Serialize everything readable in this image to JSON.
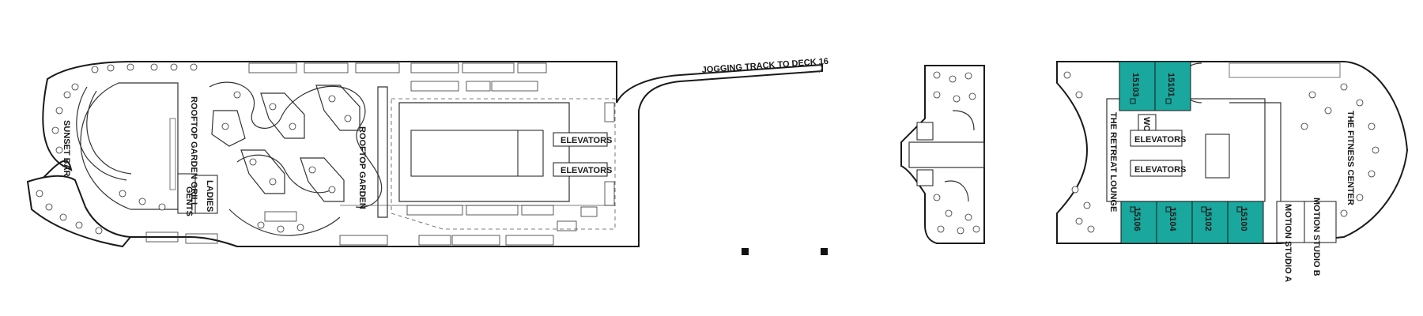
{
  "labels": {
    "jogging_track": "JOGGING TRACK TO DECK 16",
    "sunset_bar": "SUNSET BAR",
    "rooftop_garden_grill": "ROOFTOP GARDEN GRILL",
    "rooftop_garden": "ROOFTOP GARDEN",
    "ladies": "LADIES",
    "gents": "GENTS",
    "elevators_1": "ELEVATORS",
    "elevators_2": "ELEVATORS",
    "elevators_3": "ELEVATORS",
    "elevators_4": "ELEVATORS",
    "wc": "WC",
    "retreat_lounge": "THE RETREAT LOUNGE",
    "fitness_center": "THE FITNESS CENTER",
    "motion_studio_a": "MOTION STUDIO A",
    "motion_studio_b": "MOTION STUDIO B"
  },
  "cabins": {
    "c15103": "15103",
    "c15101": "15101",
    "c15106": "15106",
    "c15104": "15104",
    "c15102": "15102",
    "c15100": "15100"
  },
  "colors": {
    "cabin_fill": "#1aa79d",
    "line": "#1a1a1a"
  }
}
